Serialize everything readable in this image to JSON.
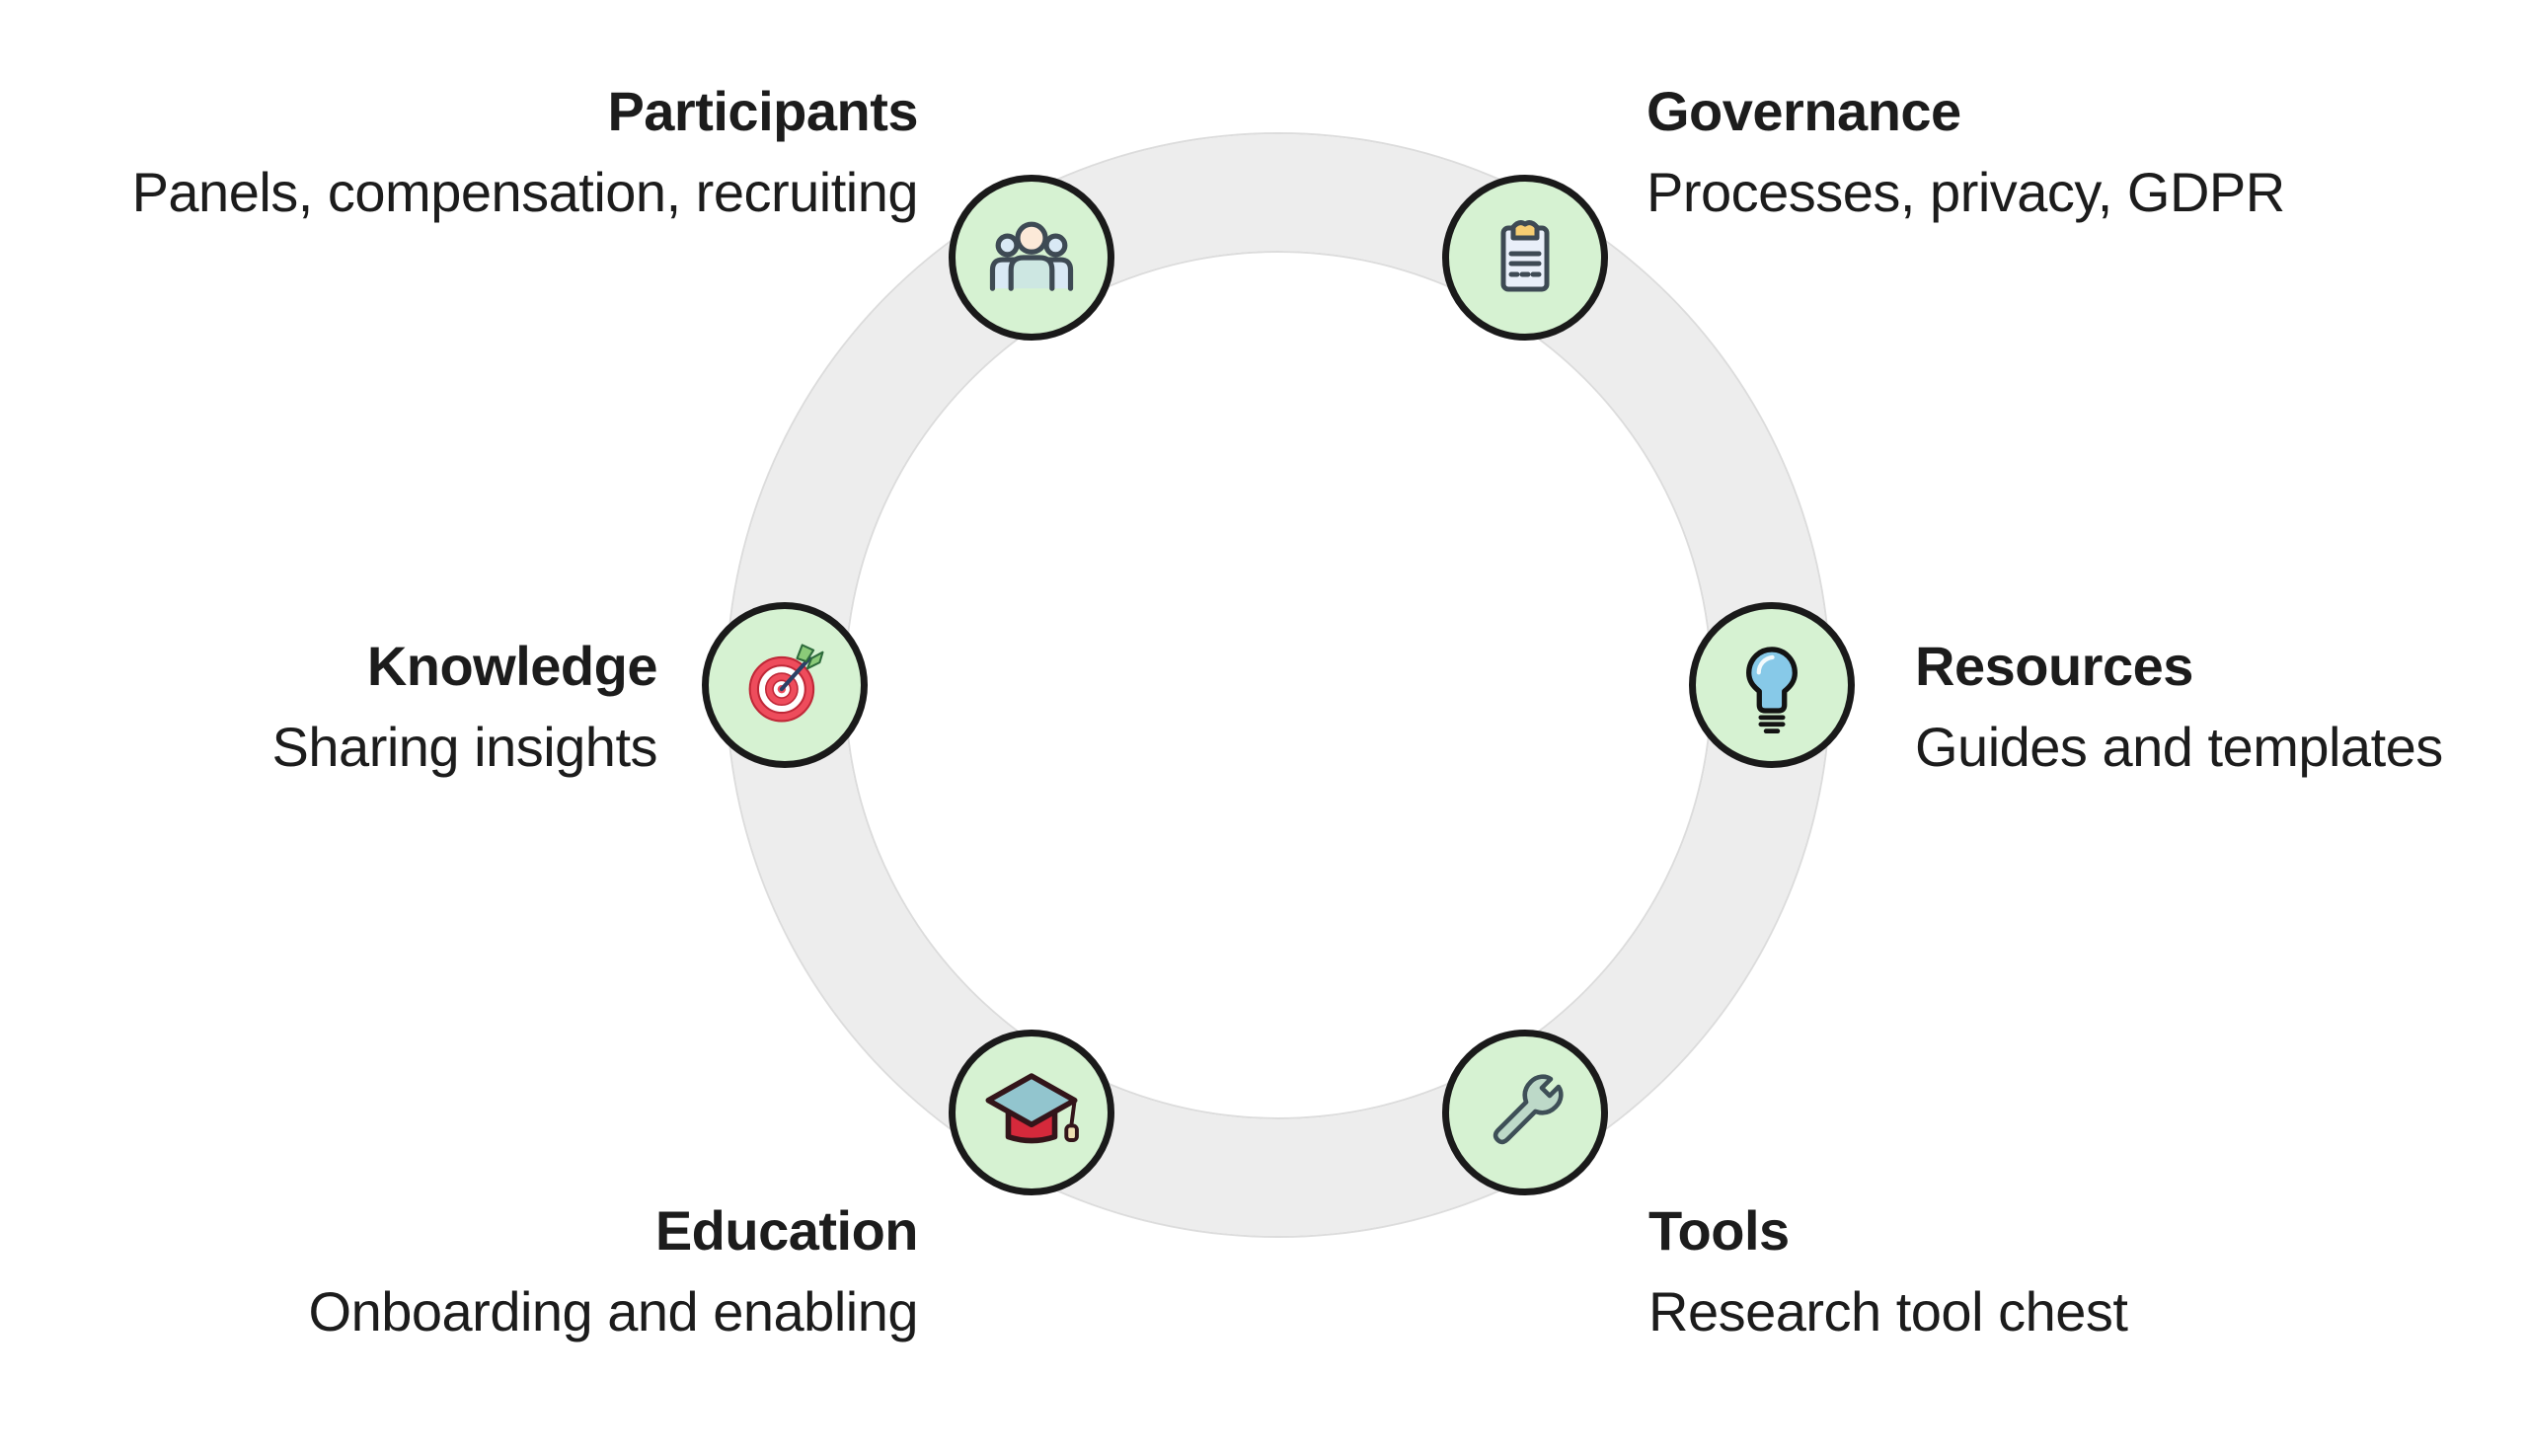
{
  "diagram": {
    "type": "circular-cycle-diagram",
    "colors": {
      "background": "#ffffff",
      "ring_fill": "#ededed",
      "ring_edge": "#dcdcdc",
      "node_fill": "#d6f2d2",
      "node_border": "#1a1a1a",
      "text": "#1c1c1c"
    },
    "nodes": [
      {
        "id": "participants",
        "title": "Participants",
        "subtitle": "Panels, compensation, recruiting",
        "icon": "people-icon",
        "label_align": "right",
        "position": "top-left"
      },
      {
        "id": "governance",
        "title": "Governance",
        "subtitle": "Processes, privacy, GDPR",
        "icon": "clipboard-icon",
        "label_align": "left",
        "position": "top-right"
      },
      {
        "id": "knowledge",
        "title": "Knowledge",
        "subtitle": "Sharing insights",
        "icon": "target-icon",
        "label_align": "right",
        "position": "middle-left"
      },
      {
        "id": "resources",
        "title": "Resources",
        "subtitle": "Guides and templates",
        "icon": "lightbulb-icon",
        "label_align": "left",
        "position": "middle-right"
      },
      {
        "id": "education",
        "title": "Education",
        "subtitle": "Onboarding and enabling",
        "icon": "graduation-cap-icon",
        "label_align": "right",
        "position": "bottom-left"
      },
      {
        "id": "tools",
        "title": "Tools",
        "subtitle": "Research tool chest",
        "icon": "wrench-icon",
        "label_align": "left",
        "position": "bottom-right"
      }
    ]
  }
}
